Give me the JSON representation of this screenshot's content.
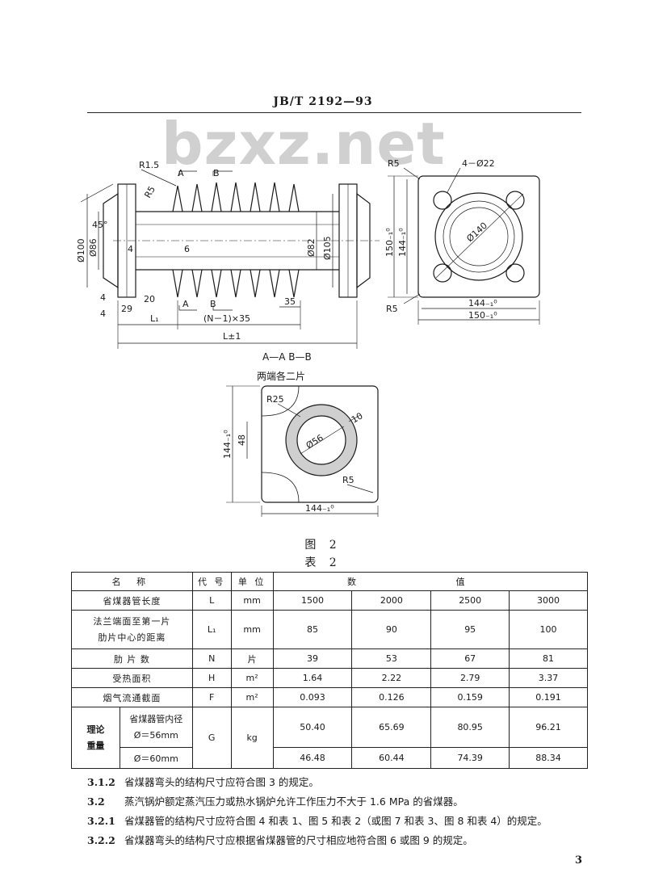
{
  "header": {
    "code": "JB/T 2192—93"
  },
  "watermark": {
    "text": "bzxz.net"
  },
  "drawing": {
    "main": {
      "r15": "R1.5",
      "r5": "R5",
      "angle": "45°",
      "d100": "Ø100",
      "d86": "Ø86",
      "d82": "Ø82",
      "d105": "Ø105",
      "sec_a": "A",
      "sec_b": "B",
      "d4a": "4",
      "d4b": "4",
      "d4c": "4",
      "d6": "6",
      "d29": "29",
      "d20": "20",
      "l1": "L₁",
      "pitch": "(N－1)×35",
      "d35": "35",
      "length": "L±1"
    },
    "flange": {
      "r5_top": "R5",
      "holes": "4－Ø22",
      "d140": "Ø140",
      "d150v": "150₋₁⁰",
      "d144v": "144₋₁⁰",
      "r5_bot": "R5",
      "d144h": "144₋₁⁰",
      "d150h": "150₋₁⁰"
    },
    "section": {
      "title": "A—A        B—B",
      "subtitle": "两端各二片",
      "r25": "R25",
      "d10": "10",
      "d56": "Ø56",
      "d144v": "144₋₁⁰",
      "d48": "48",
      "r5": "R5",
      "d144h": "144₋₁⁰"
    }
  },
  "figure_caption": "图 2",
  "table_caption": "表 2",
  "table": {
    "headers": {
      "name": "名 称",
      "code": "代 号",
      "unit": "单 位",
      "value": "数 值"
    },
    "rows": [
      {
        "name": "省煤器管长度",
        "code": "L",
        "unit": "mm",
        "values": [
          "1500",
          "2000",
          "2500",
          "3000"
        ]
      },
      {
        "name1": "法兰端面至第一片",
        "name2": "肋片中心的距离",
        "code": "L₁",
        "unit": "mm",
        "values": [
          "85",
          "90",
          "95",
          "100"
        ]
      },
      {
        "name": "肋 片 数",
        "code": "N",
        "unit": "片",
        "values": [
          "39",
          "53",
          "67",
          "81"
        ]
      },
      {
        "name": "受热面积",
        "code": "H",
        "unit": "m²",
        "values": [
          "1.64",
          "2.22",
          "2.79",
          "3.37"
        ]
      },
      {
        "name": "烟气流通截面",
        "code": "F",
        "unit": "m²",
        "values": [
          "0.093",
          "0.126",
          "0.159",
          "0.191"
        ]
      }
    ],
    "weight": {
      "group1": "理论",
      "group2": "重量",
      "sub1a": "省煤器管内径",
      "sub1b": "Ø＝56mm",
      "sub2": "Ø＝60mm",
      "code": "G",
      "unit": "kg",
      "values1": [
        "50.40",
        "65.69",
        "80.95",
        "96.21"
      ],
      "values2": [
        "46.48",
        "60.44",
        "74.39",
        "88.34"
      ]
    }
  },
  "clauses": [
    {
      "num": "3.1.2",
      "text": "省煤器弯头的结构尺寸应符合图 3 的规定。"
    },
    {
      "num": "3.2",
      "text": "蒸汽锅炉额定蒸汽压力或热水锅炉允许工作压力不大于 1.6 MPa 的省煤器。"
    },
    {
      "num": "3.2.1",
      "text": "省煤器管的结构尺寸应符合图 4 和表 1、图 5 和表 2（或图 7 和表 3、图 8 和表 4）的规定。"
    },
    {
      "num": "3.2.2",
      "text": "省煤器弯头的结构尺寸应根据省煤器管的尺寸相应地符合图 6 或图 9 的规定。"
    }
  ],
  "page_number": "3"
}
